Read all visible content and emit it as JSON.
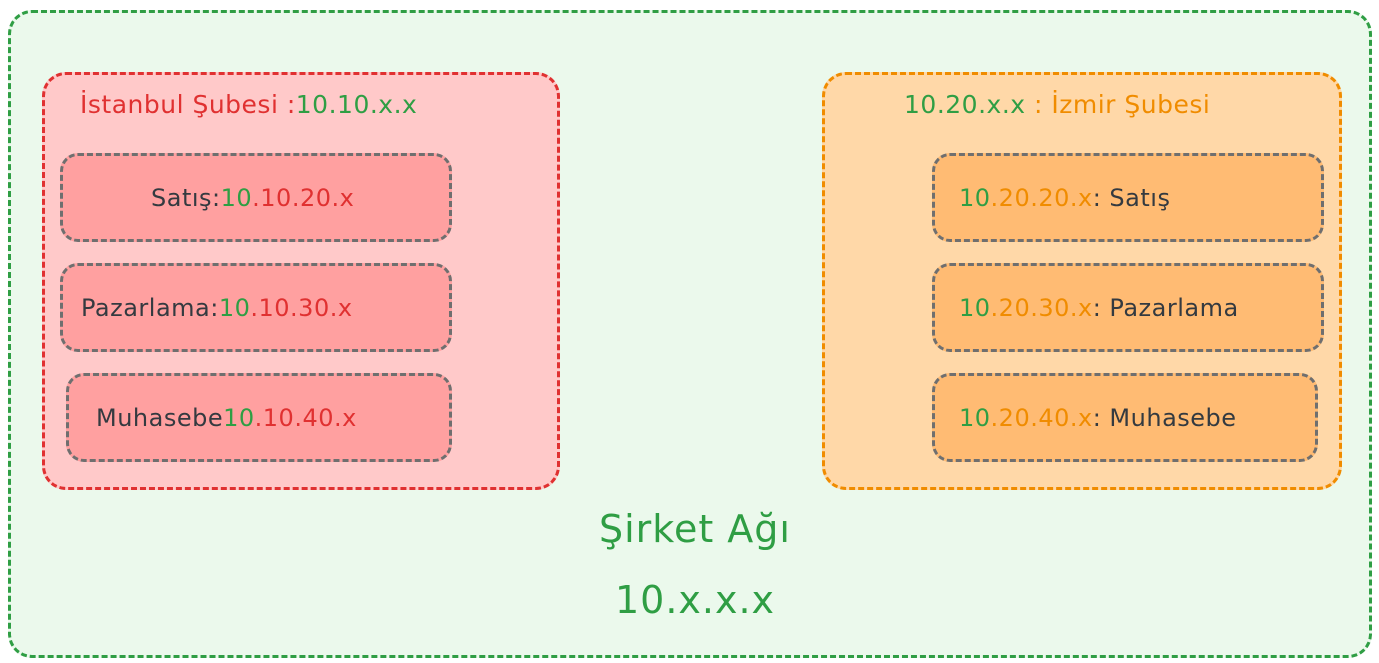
{
  "network": {
    "name": "Şirket Ağı",
    "range": "10.x.x.x"
  },
  "istanbul": {
    "title_name": "İstanbul Şubesi :",
    "title_ip_prefix": "10",
    "title_ip_rest": ".10.x.x",
    "departments": [
      {
        "name": "Satış: ",
        "ip_prefix": "10",
        "ip_rest": ".10.20.x"
      },
      {
        "name": "Pazarlama:",
        "ip_prefix": "10",
        "ip_rest": ".10.30.x"
      },
      {
        "name": "Muhasebe ",
        "ip_prefix": "10",
        "ip_rest": ".10.40.x"
      }
    ]
  },
  "izmir": {
    "title_ip_prefix": "10",
    "title_ip_rest": ".20.x.x",
    "title_name": " : İzmir Şubesi",
    "departments": [
      {
        "ip_prefix": "10",
        "ip_rest": ".20.20.x",
        "name": ": Satış"
      },
      {
        "ip_prefix": "10",
        "ip_rest": ".20.30.x",
        "name": ": Pazarlama"
      },
      {
        "ip_prefix": "10",
        "ip_rest": ".20.40.x",
        "name": " : Muhasebe"
      }
    ]
  },
  "colors": {
    "network_fill": "#ebf9ec",
    "network_stroke": "#2f9e44",
    "istanbul_fill": "#ffc9c9",
    "istanbul_stroke": "#e03131",
    "izmir_fill": "#ffd8a8",
    "izmir_stroke": "#f08c00",
    "department_stroke": "#6f6f6f"
  }
}
